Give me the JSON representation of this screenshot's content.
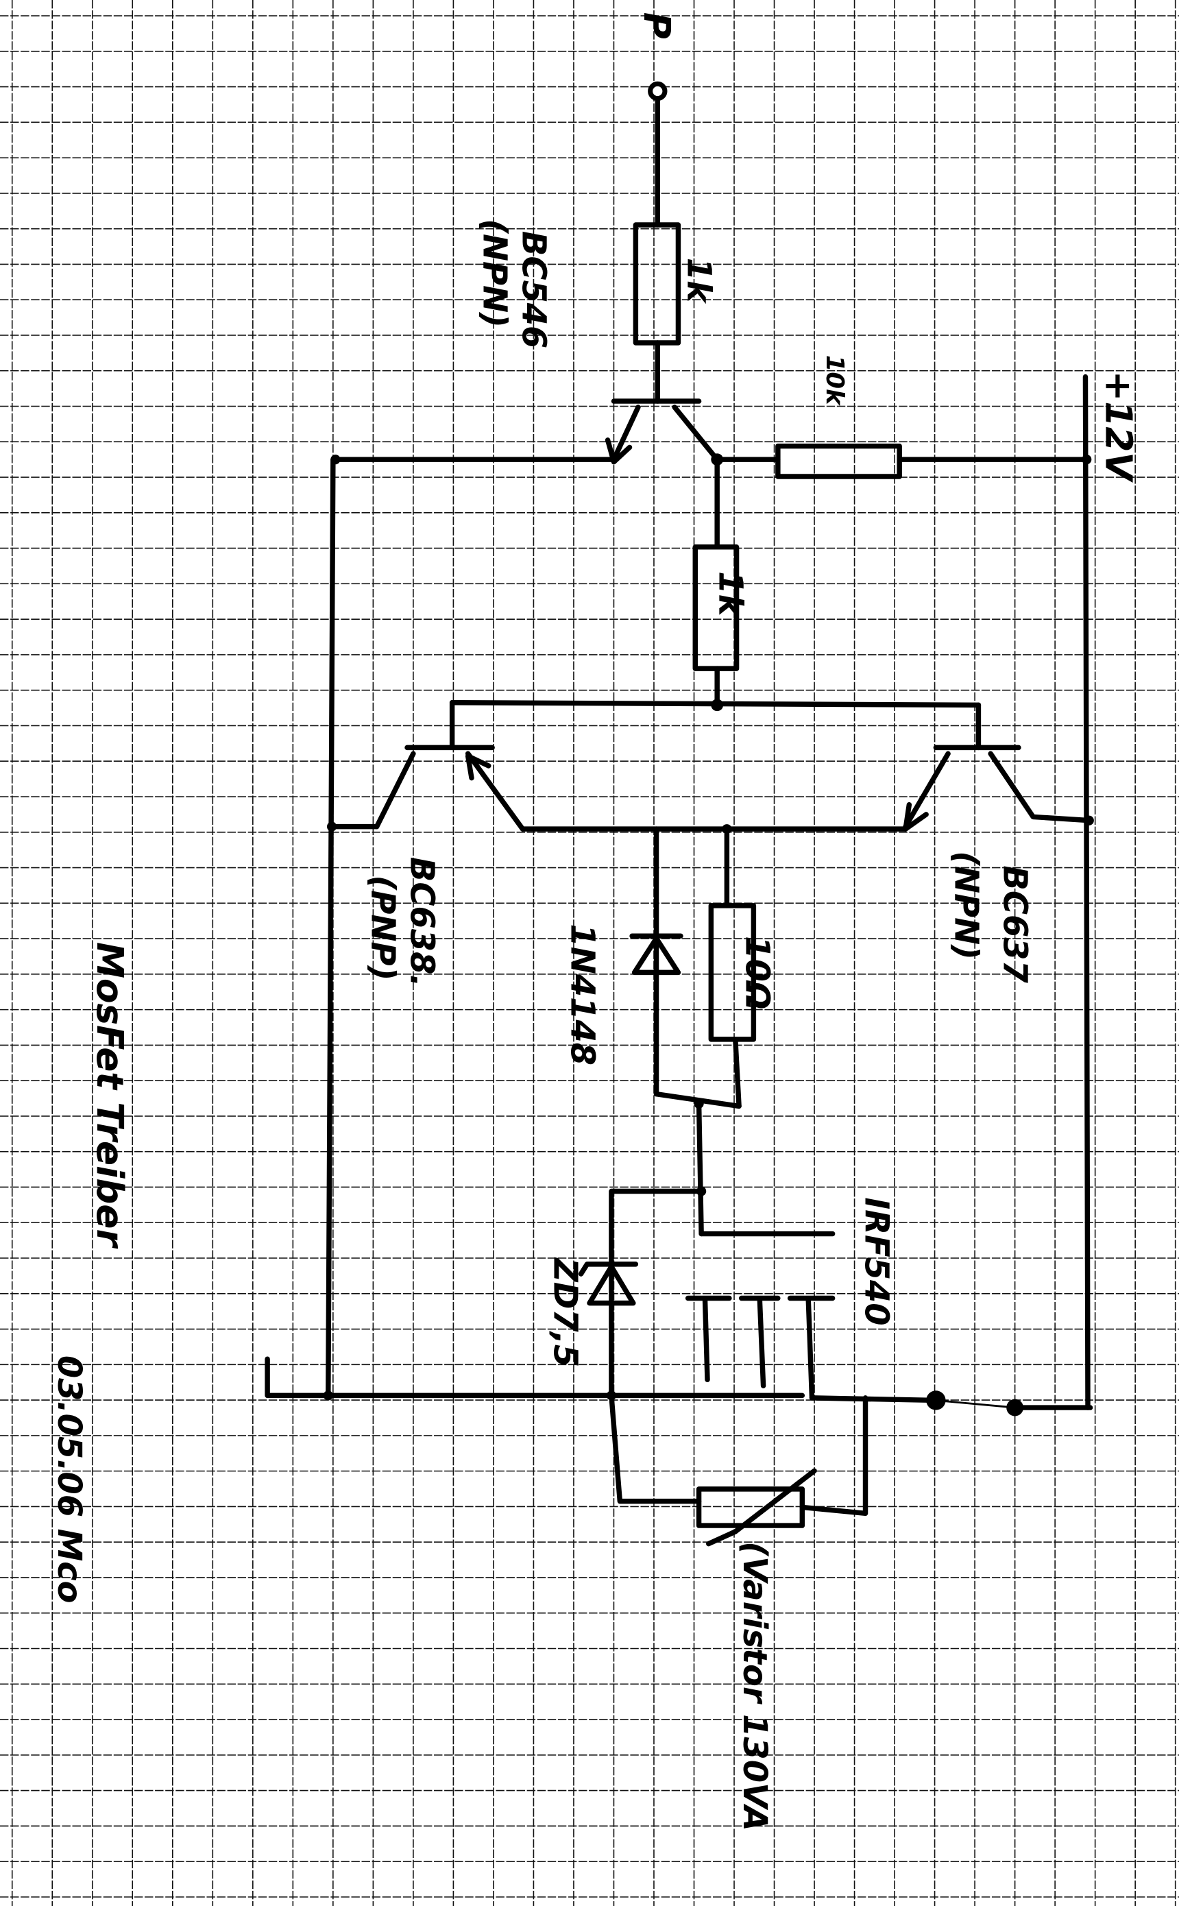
{
  "title": "MosFet Treiber",
  "signature": "03.05.06 Mco",
  "terminals": {
    "input": "P",
    "supply": "+12V"
  },
  "components": {
    "r_base": "1k",
    "r_pullup": "10k",
    "r_mid": "1k",
    "q1": {
      "type": "BC546",
      "polarity": "(NPN)"
    },
    "q2": {
      "type": "BC638.",
      "polarity": "(PNP)"
    },
    "q3": {
      "type": "BC637",
      "polarity": "(NPN)"
    },
    "diode": "1N4148",
    "r_gate": "10Ω",
    "zener": "ZD7,5",
    "mosfet": "IRF540",
    "varistor": "(Varistor 130VA"
  }
}
